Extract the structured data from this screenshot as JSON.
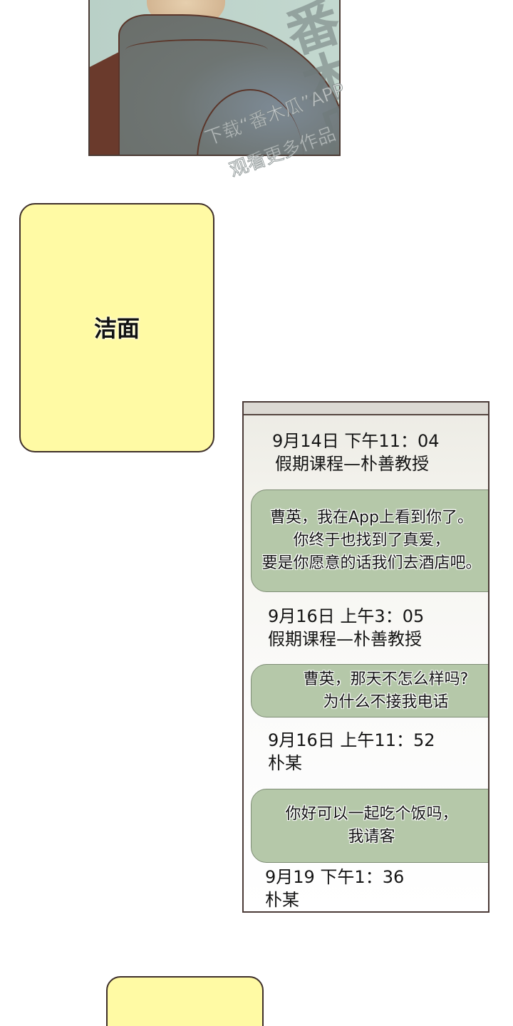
{
  "art_panel": {
    "watermark": {
      "logo": "番木瓜",
      "line1": "下载“番木瓜”APP",
      "line2": "观看更多作品"
    }
  },
  "captions": [
    {
      "text": "洁面"
    },
    {
      "text": ""
    }
  ],
  "phone": {
    "messages": [
      {
        "date": "9月14日 下午11：04",
        "sender": "假期课程—朴善教授",
        "body": [
          "曹英，我在App上看到你了。",
          "你终于也找到了真爱，",
          "要是你愿意的话我们去酒店吧。"
        ]
      },
      {
        "date": "9月16日 上午3：05",
        "sender": "假期课程—朴善教授",
        "body": [
          "曹英，那天不怎么样吗?",
          "为什么不接我电话"
        ]
      },
      {
        "date": "9月16日 上午11：52",
        "sender": "朴某",
        "body": [
          "你好可以一起吃个饭吗，",
          "我请客"
        ]
      },
      {
        "date": "9月19 下午1：36",
        "sender": "朴某",
        "body": []
      }
    ]
  },
  "colors": {
    "caption_yellow": "#fffaa4",
    "bubble_green": "#b5c8a9",
    "panel_border": "#4a3a34"
  }
}
